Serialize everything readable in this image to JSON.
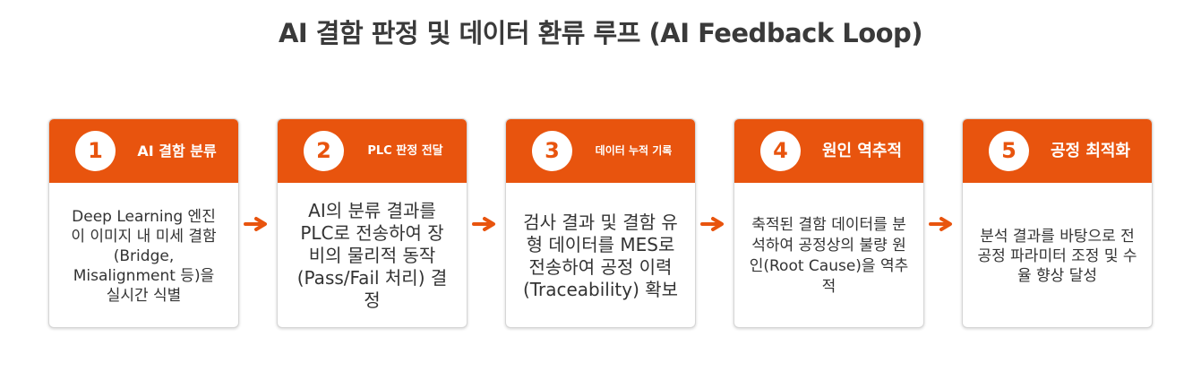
{
  "title": "AI 결함 판정 및 데이터 환류 루프 (AI Feedback Loop)",
  "colors": {
    "accent": "#e8540e",
    "card_border": "#d6d6d6",
    "text": "#333333"
  },
  "steps": [
    {
      "number": "1",
      "title": "AI 결함 분류",
      "description": "Deep Learning 엔진이 이미지 내 미세 결함(Bridge, Misalignment 등)을 실시간 식별"
    },
    {
      "number": "2",
      "title": "PLC 판정 전달",
      "description": "AI의 분류 결과를 PLC로 전송하여 장비의 물리적 동작(Pass/Fail 처리) 결정"
    },
    {
      "number": "3",
      "title": "데이터 누적 기록",
      "description": "검사 결과 및 결함 유형 데이터를 MES로 전송하여 공정 이력(Traceability) 확보"
    },
    {
      "number": "4",
      "title": "원인 역추적",
      "description": "축적된 결함 데이터를 분석하여 공정상의 불량 원인(Root Cause)을 역추적"
    },
    {
      "number": "5",
      "title": "공정 최적화",
      "description": "분석 결과를 바탕으로 전공정 파라미터 조정 및 수율 향상 달성"
    }
  ],
  "arrows": [
    {
      "icon": "arrow-right-icon"
    },
    {
      "icon": "arrow-right-icon"
    },
    {
      "icon": "arrow-right-icon"
    },
    {
      "icon": "arrow-right-icon"
    }
  ]
}
